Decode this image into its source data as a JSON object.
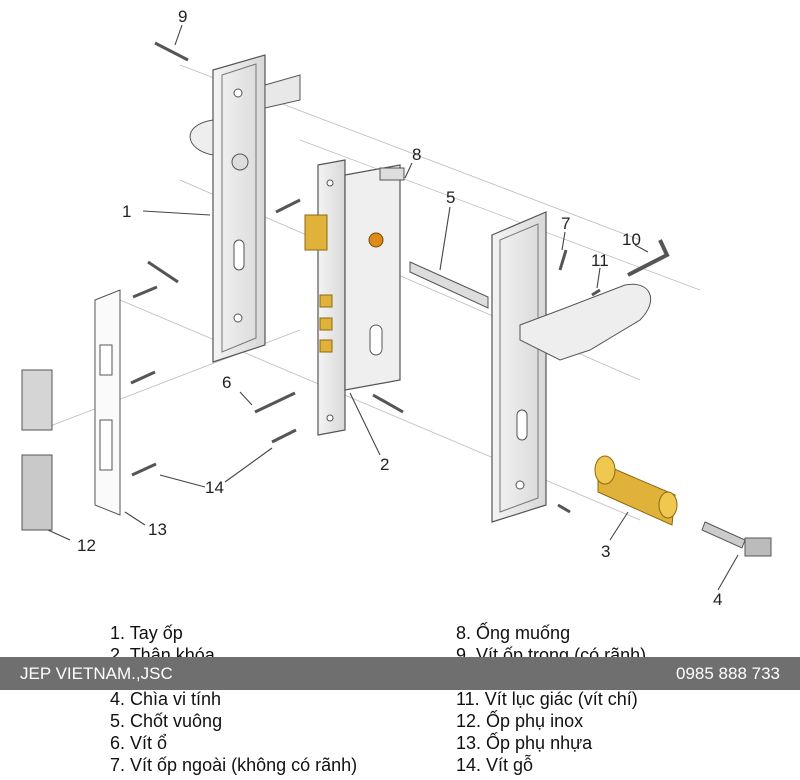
{
  "callouts": [
    "1",
    "2",
    "3",
    "4",
    "5",
    "6",
    "7",
    "8",
    "9",
    "10",
    "11",
    "12",
    "13",
    "14",
    "14"
  ],
  "legend": {
    "left": [
      "1. Tay ốp",
      "2. Thân khóa",
      "",
      "4. Chìa vi tính",
      "5. Chốt vuông",
      "6. Vít ổ",
      "7. Vít ốp ngoài (không có rãnh)"
    ],
    "right": [
      "8. Ống muống",
      "9. Vít ốp trong (có rãnh)",
      "",
      "11. Vít lục giác (vít chí)",
      "12. Ốp phụ inox",
      "13. Ốp phụ nhựa",
      "14. Vít gỗ"
    ]
  },
  "banner": {
    "company": "JEP VIETNAM.,JSC",
    "phone": "0985 888 733"
  },
  "colors": {
    "brass": "#e0b23a",
    "banner": "#6f6f6f",
    "outline": "#555555"
  }
}
